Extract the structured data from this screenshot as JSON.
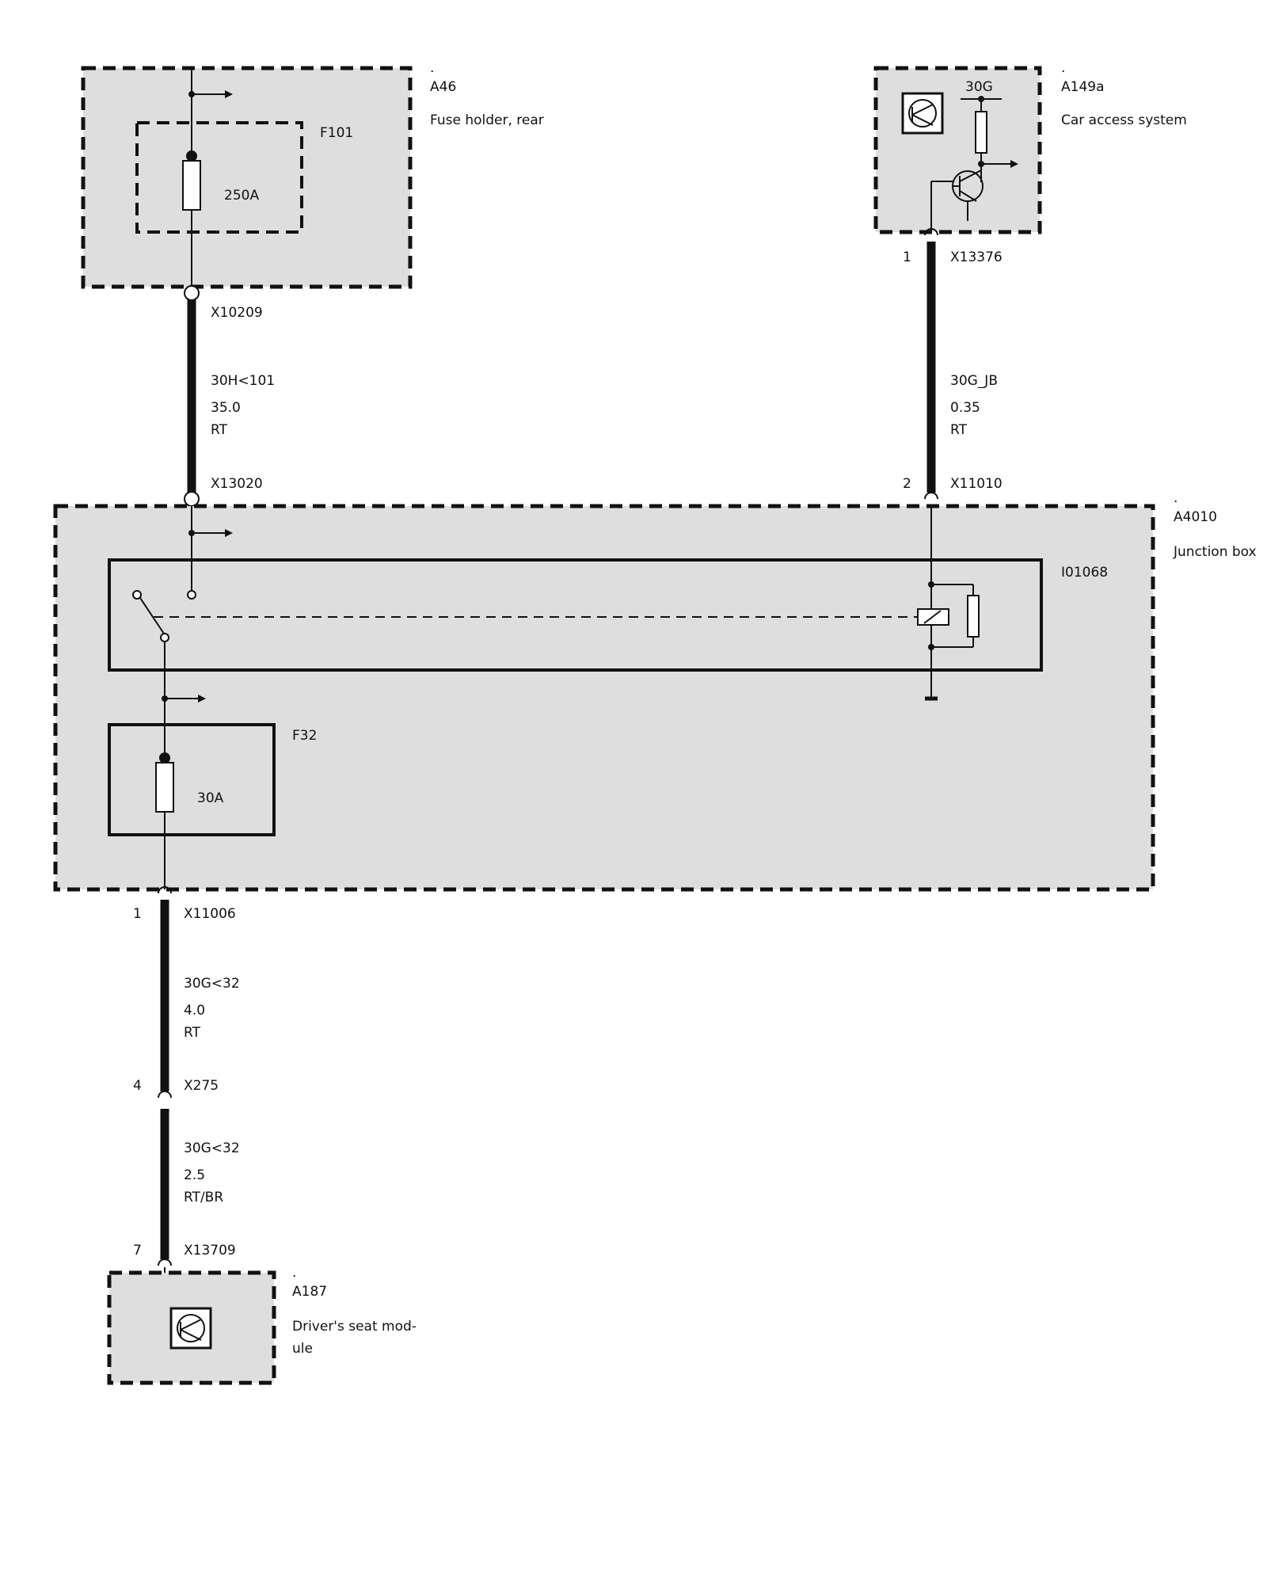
{
  "components": {
    "a46": {
      "dot": ".",
      "id": "A46",
      "name": "Fuse holder, rear"
    },
    "f101": {
      "id": "F101",
      "rating": "250A"
    },
    "a149a": {
      "dot": ".",
      "id": "A149a",
      "name": "Car access system",
      "terminal": "30G"
    },
    "a4010": {
      "dot": ".",
      "id": "A4010",
      "name": "Junction box"
    },
    "i01068": {
      "id": "I01068"
    },
    "f32": {
      "id": "F32",
      "rating": "30A"
    },
    "a187": {
      "dot": ".",
      "id": "A187",
      "name_line1": "Driver's seat mod-",
      "name_line2": "ule"
    }
  },
  "connectors": {
    "x10209": {
      "id": "X10209"
    },
    "x13020": {
      "id": "X13020"
    },
    "x13376": {
      "id": "X13376",
      "pin": "1"
    },
    "x11010": {
      "id": "X11010",
      "pin": "2"
    },
    "x11006": {
      "id": "X11006",
      "pin": "1"
    },
    "x275": {
      "id": "X275",
      "pin": "4"
    },
    "x13709": {
      "id": "X13709",
      "pin": "7"
    }
  },
  "wires": {
    "w1": {
      "signal": "30H<101",
      "size": "35.0",
      "color": "RT"
    },
    "w2": {
      "signal": "30G_JB",
      "size": "0.35",
      "color": "RT"
    },
    "w3": {
      "signal": "30G<32",
      "size": "4.0",
      "color": "RT"
    },
    "w4": {
      "signal": "30G<32",
      "size": "2.5",
      "color": "RT/BR"
    }
  }
}
